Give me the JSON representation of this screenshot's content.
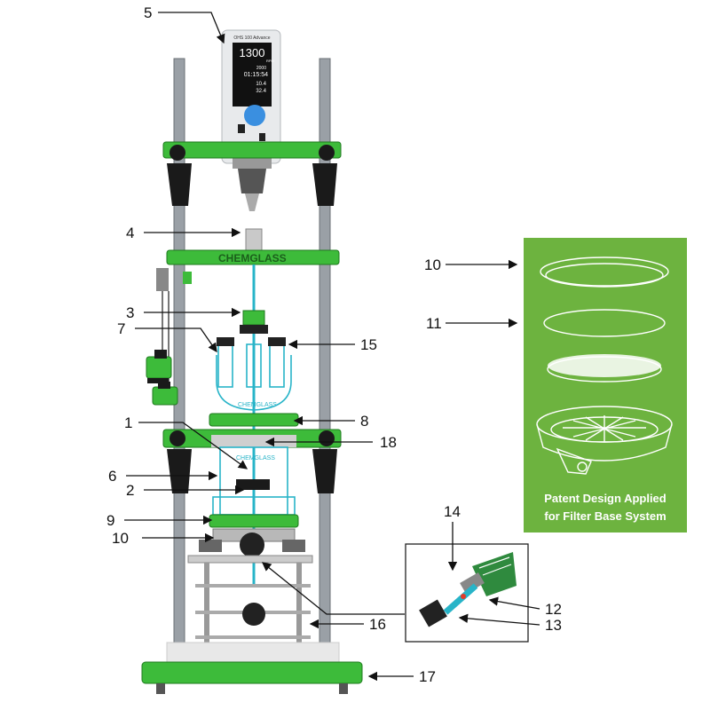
{
  "callouts": {
    "n1": "1",
    "n2": "2",
    "n3": "3",
    "n4": "4",
    "n5": "5",
    "n6": "6",
    "n7": "7",
    "n8": "8",
    "n9": "9",
    "n10a": "10",
    "n10b": "10",
    "n11": "11",
    "n12": "12",
    "n13": "13",
    "n14": "14",
    "n15": "15",
    "n16": "16",
    "n17": "17",
    "n18": "18"
  },
  "stirrer_display": {
    "brand": "OHS 100 Advance",
    "speed": "1300",
    "speed_unit": "RPM",
    "limit": "2000",
    "timer": "01:15:54",
    "torque": "10.4",
    "temp": "32.4"
  },
  "logo_text": {
    "bar": "CHEMGLASS",
    "vessel_upper": "CHEMGLASS",
    "vessel_lower": "CHEMGLASS"
  },
  "patent_note": {
    "line1": "Patent Design Applied",
    "line2": "for Filter Base System"
  },
  "colors": {
    "frame_green": "#3dbb3a",
    "panel_green": "#6db33f",
    "glass_cyan": "#28b4c8",
    "rod_gray": "#9aa0a6"
  }
}
